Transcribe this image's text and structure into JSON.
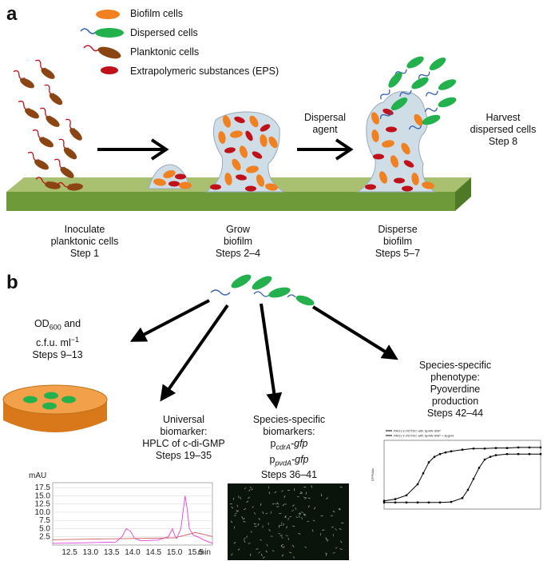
{
  "panel_a": {
    "letter": "a",
    "legend": [
      {
        "label": "Biofilm cells",
        "icon": "biofilm-cell-icon",
        "color": "#f08020"
      },
      {
        "label": "Dispersed cells",
        "icon": "dispersed-cell-icon",
        "color": "#22b14c"
      },
      {
        "label": "Planktonic cells",
        "icon": "planktonic-cell-icon",
        "color": "#8b4513"
      },
      {
        "label": "Extrapolymeric substances (EPS)",
        "icon": "eps-icon",
        "color": "#c0101a"
      }
    ],
    "dispersal_agent": "Dispersal\nagent",
    "harvest": "Harvest\ndispersed cells\nStep 8",
    "steps": [
      "Inoculate\nplanktonic cells\nStep 1",
      "Grow\nbiofilm\nSteps 2–4",
      "Disperse\nbiofilm\nSteps 5–7"
    ]
  },
  "panel_b": {
    "letter": "b",
    "od_line1_pre": "OD",
    "od_line1_sub": "600",
    "od_line1_post": " and",
    "od_line2_pre": "c.f.u. ml",
    "od_line2_sup": "−1",
    "od_line3": "Steps 9–13",
    "universal": "Universal\nbiomarker:\nHPLC of c-di-GMP\nSteps 19–35",
    "species_bio_title": "Species-specific\nbiomarkers:",
    "p1_p": "p",
    "p1_sub": "cdrA",
    "p1_gene": "-gfp",
    "p2_p": "p",
    "p2_sub": "pvdA",
    "p2_gene": "-gfp",
    "species_bio_steps": "Steps 36–41",
    "phenotype": "Species-specific\nphenotype:\nPyoverdine\nproduction\nSteps 42–44"
  },
  "hplc_chart": {
    "chart_data": {
      "type": "line",
      "ylabel": "mAU",
      "xunit": "min",
      "xticks": [
        "12.5",
        "13.0",
        "13.5",
        "14.0",
        "14.5",
        "15.0",
        "15.5"
      ],
      "yticks": [
        "2.5",
        "5.0",
        "7.5",
        "10.0",
        "12.5",
        "15.0",
        "17.5"
      ],
      "xlim": [
        12.1,
        15.9
      ],
      "ylim": [
        0,
        19
      ],
      "series": [
        {
          "color": "#e040e0",
          "x": [
            12.1,
            13.0,
            13.6,
            13.75,
            13.85,
            13.95,
            14.05,
            14.2,
            14.6,
            14.85,
            14.95,
            15.0,
            15.05,
            15.15,
            15.25,
            15.3,
            15.35,
            15.45,
            15.55,
            15.7,
            15.9
          ],
          "y": [
            0.5,
            0.7,
            0.9,
            2.5,
            5.0,
            4.2,
            2.0,
            1.3,
            1.5,
            2.5,
            5.0,
            3.0,
            2.0,
            5.0,
            15.0,
            11.0,
            5.0,
            3.0,
            2.5,
            1.5,
            0.5
          ]
        },
        {
          "color": "#d06060",
          "x": [
            12.1,
            13.0,
            14.0,
            15.0,
            15.5,
            15.9
          ],
          "y": [
            1.6,
            1.8,
            2.0,
            2.2,
            3.8,
            2.6
          ]
        }
      ]
    }
  },
  "pyoverdine_chart": {
    "chart_data": {
      "type": "line",
      "ylabel": "GFP/Abs",
      "ylim": [
        0,
        1.25
      ],
      "series": [
        {
          "name": "PAO1 in FDTDC with Sp4W SNP",
          "x": [
            0,
            4,
            8,
            12,
            14,
            16,
            18,
            20,
            22,
            24,
            28,
            32,
            36,
            40,
            44,
            48,
            52,
            56
          ],
          "y": [
            0.15,
            0.18,
            0.25,
            0.45,
            0.65,
            0.85,
            0.95,
            1.0,
            1.03,
            1.05,
            1.08,
            1.1,
            1.1,
            1.11,
            1.11,
            1.12,
            1.12,
            1.12
          ]
        },
        {
          "name": "PAO1 in FDTDC with Sp4W SNP + 4pg/ml",
          "x": [
            0,
            4,
            8,
            12,
            16,
            20,
            24,
            28,
            30,
            32,
            34,
            36,
            38,
            40,
            44,
            48,
            52,
            56
          ],
          "y": [
            0.12,
            0.12,
            0.12,
            0.12,
            0.12,
            0.12,
            0.13,
            0.2,
            0.35,
            0.55,
            0.75,
            0.9,
            0.95,
            0.98,
            1.0,
            1.0,
            1.0,
            1.0
          ]
        }
      ]
    }
  }
}
